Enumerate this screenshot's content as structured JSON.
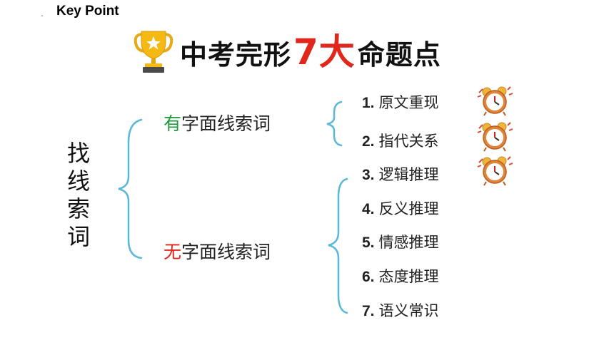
{
  "header": {
    "key_point": "Key Point"
  },
  "title": {
    "prefix": "中考完形",
    "highlight": "7大",
    "suffix": "命题点"
  },
  "left_label": [
    "找",
    "线",
    "索",
    "词"
  ],
  "branches": {
    "top": {
      "highlight": "有",
      "rest": "字面线索词"
    },
    "bottom": {
      "highlight": "无",
      "rest": "字面线索词"
    }
  },
  "items": [
    {
      "num": "1.",
      "text": "原文重现"
    },
    {
      "num": "2.",
      "text": "指代关系"
    },
    {
      "num": "3.",
      "text": "逻辑推理"
    },
    {
      "num": "4.",
      "text": "反义推理"
    },
    {
      "num": "5.",
      "text": "情感推理"
    },
    {
      "num": "6.",
      "text": "态度推理"
    },
    {
      "num": "7.",
      "text": "语义常识"
    }
  ],
  "colors": {
    "brace": "#5bb8d8",
    "highlight_red": "#e1261c",
    "highlight_green": "#1d9a3c"
  },
  "icons": {
    "trophy": "trophy-icon",
    "clock": "alarm-clock-icon"
  }
}
